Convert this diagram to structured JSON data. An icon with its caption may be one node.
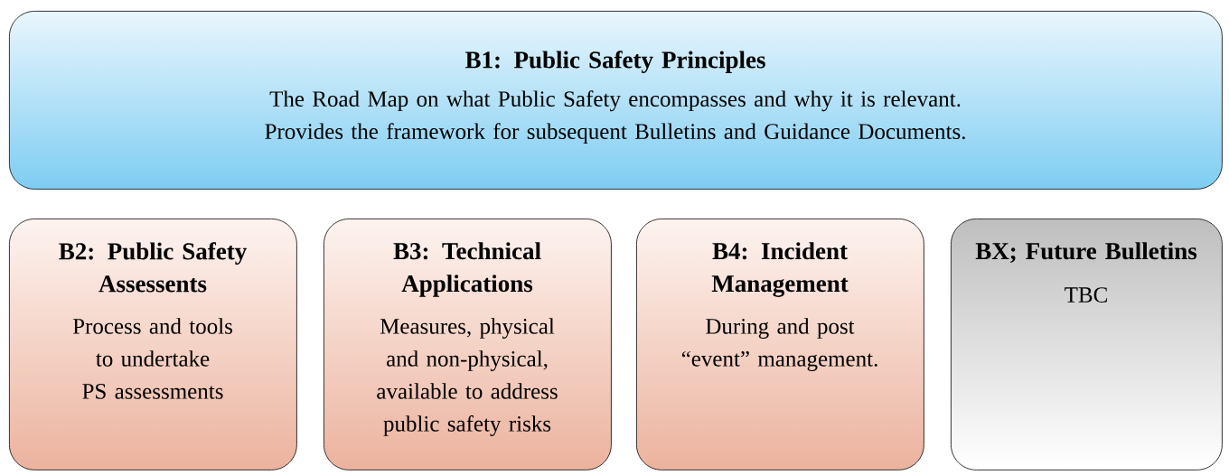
{
  "diagram": {
    "nodes": [
      {
        "text": [
          "B1: Public Safety Principles",
          "The Road Map on what Public Safety encompasses and why it is relevant. Provides the framework for subsequent Bulletins and Guidance Documents."
        ]
      },
      {
        "text": [
          "B2: Public Safety Assessents",
          "Process and tools to undertake PS assessments"
        ]
      },
      {
        "text": [
          "B3: Technical Applications",
          "Measures, physical and non-physical, available to address public safety risks"
        ]
      },
      {
        "text": [
          "B4: Incident Management",
          "During and post “event” management."
        ]
      },
      {
        "text": [
          "BX; Future Bulletins",
          "TBC"
        ]
      }
    ]
  }
}
